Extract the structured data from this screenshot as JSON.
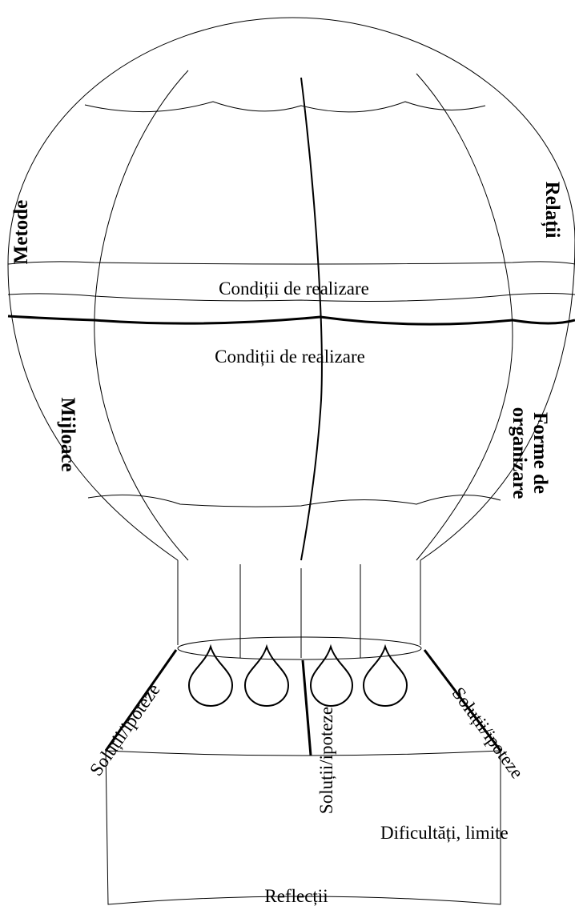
{
  "diagram": {
    "labels": {
      "metode": "Metode",
      "relatii": "Relații",
      "conditii_1": "Condiții de realizare",
      "conditii_2": "Condiții de realizare",
      "mijloace": "Mijloace",
      "forme_line1": "Forme de",
      "forme_line2": "organizare",
      "solutii_left": "Soluții/ipoteze",
      "solutii_center": "Soluții/ipoteze",
      "solutii_right": "Soluții/ipoteze",
      "dificultati": "Dificultăți, limite",
      "reflectii": "Reflecții"
    }
  }
}
